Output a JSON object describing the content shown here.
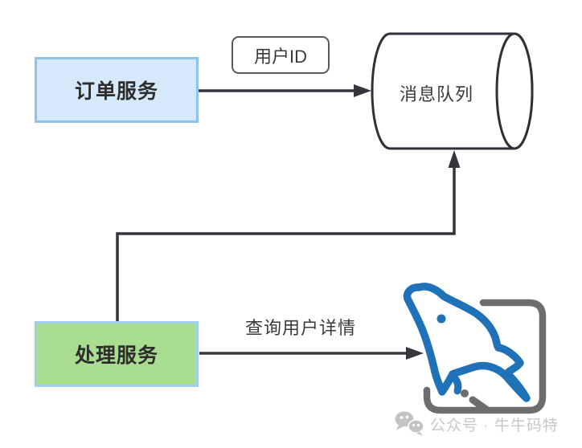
{
  "diagram": {
    "order_service": {
      "label": "订单服务"
    },
    "processing_service": {
      "label": "处理服务"
    },
    "message_queue": {
      "label": "消息队列",
      "shape": "horizontal-cylinder"
    },
    "mysql_db": {
      "icon": "mysql-dolphin-icon"
    },
    "edges": {
      "order_to_queue_label": "用户ID",
      "process_to_db_label": "查询用户详情"
    }
  },
  "watermark": {
    "icon": "wechat-icon",
    "text": "公众号 · 牛牛码特"
  },
  "colors": {
    "order_fill": "#d6e9fb",
    "order_border": "#8ec3ef",
    "process_fill": "#a9dd90",
    "process_border": "#a0cef2",
    "edge_stroke": "#35353d",
    "cylinder_stroke": "#303038",
    "mysql_blue": "#1f72b8",
    "frame_gray": "#6d6d6d",
    "watermark_gray": "#c7c7c7"
  }
}
